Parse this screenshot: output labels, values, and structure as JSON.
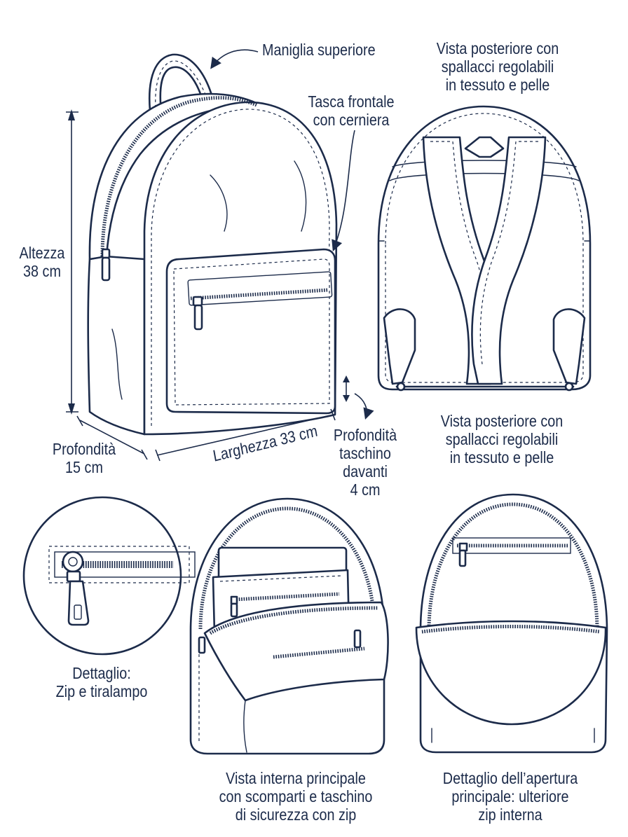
{
  "labels": {
    "top_handle": "Maniglia superiore",
    "back_view_top": [
      "Vista posteriore con",
      "spallacci regolabili",
      "in tessuto e pelle"
    ],
    "front_pocket": [
      "Tasca frontale",
      "con cerniera"
    ],
    "height": [
      "Altezza",
      "38 cm"
    ],
    "depth": [
      "Profondità",
      "15 cm"
    ],
    "width": "Larghezza 33 cm",
    "pocket_depth": [
      "Profondità",
      "taschino",
      "davanti",
      "4 cm"
    ],
    "back_view_bottom": [
      "Vista posteriore con",
      "spallacci regolabili",
      "in tessuto e pelle"
    ],
    "zip_detail": [
      "Dettaglio:",
      "Zip e tiralampo"
    ],
    "interior_view": [
      "Vista interna principale",
      "con scomparti e taschino",
      "di sicurezza con zip"
    ],
    "opening_detail": [
      "Dettaglio dell’apertura",
      "principale: ulteriore",
      "zip interna"
    ]
  },
  "colors": {
    "ink": "#1c2b4a",
    "background": "#ffffff"
  }
}
